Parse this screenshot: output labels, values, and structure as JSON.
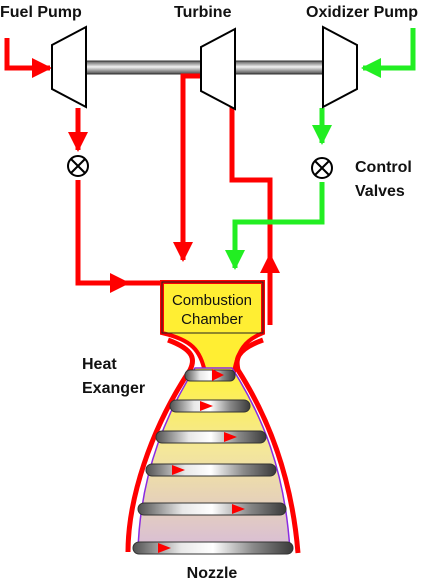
{
  "labels": {
    "fuel_pump": "Fuel Pump",
    "turbine": "Turbine",
    "oxidizer_pump": "Oxidizer Pump",
    "control_valves_line1": "Control",
    "control_valves_line2": "Valves",
    "combustion_line1": "Combustion",
    "combustion_line2": "Chamber",
    "heat_exchanger_line1": "Heat",
    "heat_exchanger_line2": "Exanger",
    "nozzle": "Nozzle"
  },
  "colors": {
    "fuel_line": "#ff0000",
    "oxidizer_line": "#22ee22",
    "chamber_fill": "#ffee33",
    "shaft": "#9a9a9a",
    "nozzle_outline": "#8a2be2"
  },
  "icons": [
    "valve-icon",
    "flow-arrow-icon"
  ]
}
